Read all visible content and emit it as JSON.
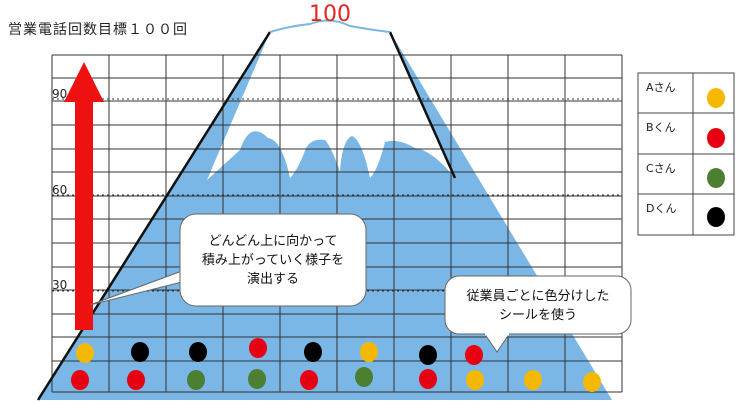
{
  "title": "営業電話回数目標１００回",
  "summit_label": "100",
  "axis_labels": [
    "90",
    "60",
    "30"
  ],
  "callouts": {
    "left_lines": [
      "どんどん上に向かって",
      "積み上がっていく様子を",
      "演出する"
    ],
    "right_lines": [
      "従業員ごとに色分けした",
      "シールを使う"
    ]
  },
  "legend": [
    {
      "name": "Aさん",
      "color": "#f5b800"
    },
    {
      "name": "Bくん",
      "color": "#e60012"
    },
    {
      "name": "Cさん",
      "color": "#4d7f33"
    },
    {
      "name": "Dくん",
      "color": "#000000"
    }
  ],
  "colors": {
    "mountain": "#7ab7e6",
    "arrow": "#ee1111",
    "summit": "#e8261e"
  },
  "stickers": {
    "bottom_row": [
      "Bくん",
      "Bくん",
      "Cさん",
      "Cさん",
      "Bくん",
      "Cさん",
      "Bくん",
      "Aさん",
      "Aさん",
      "Aさん"
    ],
    "second_row": [
      "Aさん",
      "Dくん",
      "Dくん",
      "Bくん",
      "Dくん",
      "Aさん",
      "Dくん",
      "Bくん"
    ]
  }
}
